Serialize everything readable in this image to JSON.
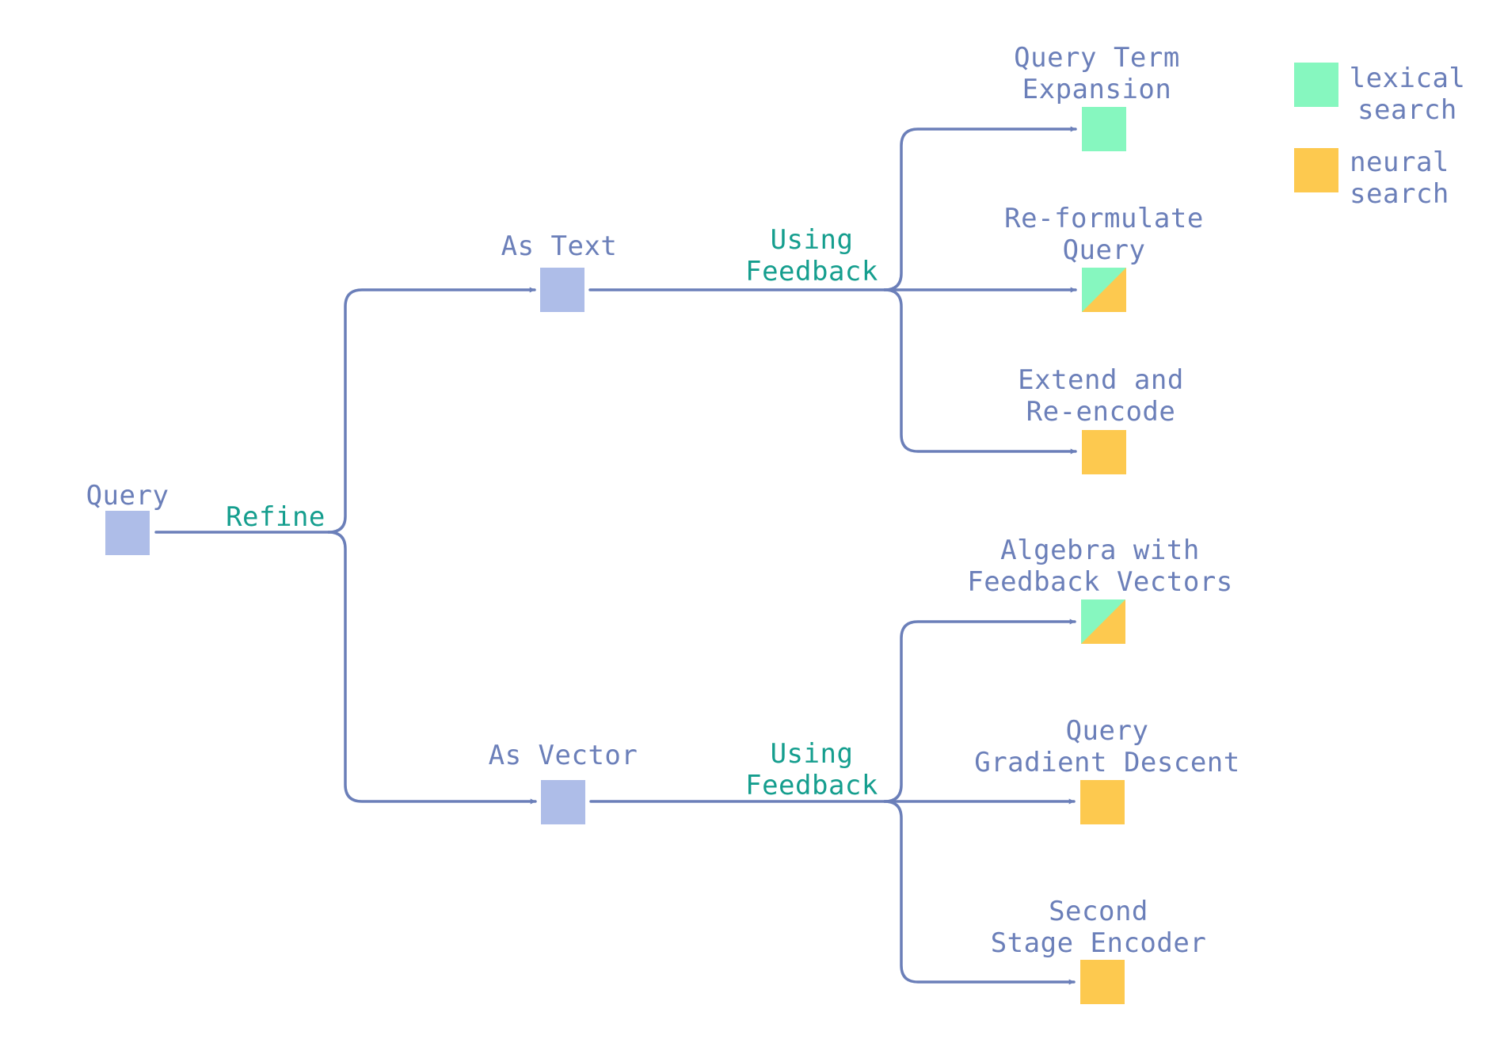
{
  "colors": {
    "line": "#6b7fb9",
    "node": "#aebde8",
    "lexical": "#86f7bf",
    "neural": "#fdc94f",
    "node_text": "#6b7fb9",
    "edge_text": "#159e8e"
  },
  "nodes": {
    "query": {
      "label": [
        "Query"
      ],
      "fill": "node"
    },
    "as_text": {
      "label": [
        "As Text"
      ],
      "fill": "node"
    },
    "as_vector": {
      "label": [
        "As Vector"
      ],
      "fill": "node"
    },
    "query_term_expansion": {
      "label": [
        "Query Term",
        "Expansion"
      ],
      "fill": "lexical"
    },
    "reformulate_query": {
      "label": [
        "Re-formulate",
        "Query"
      ],
      "fill": "both"
    },
    "extend_reencode": {
      "label": [
        "Extend and",
        "Re-encode"
      ],
      "fill": "neural"
    },
    "algebra_feedback": {
      "label": [
        "Algebra with",
        "Feedback Vectors"
      ],
      "fill": "both"
    },
    "query_gradient_descent": {
      "label": [
        "Query",
        "Gradient Descent"
      ],
      "fill": "neural"
    },
    "second_stage_encoder": {
      "label": [
        "Second",
        "Stage Encoder"
      ],
      "fill": "neural"
    }
  },
  "edges": {
    "refine": {
      "label": [
        "Refine"
      ]
    },
    "text_feedback": {
      "label": [
        "Using",
        "Feedback"
      ]
    },
    "vector_feedback": {
      "label": [
        "Using",
        "Feedback"
      ]
    }
  },
  "legend": [
    {
      "key": "lexical",
      "label": [
        "lexical",
        "search"
      ]
    },
    {
      "key": "neural",
      "label": [
        "neural",
        "search"
      ]
    }
  ]
}
